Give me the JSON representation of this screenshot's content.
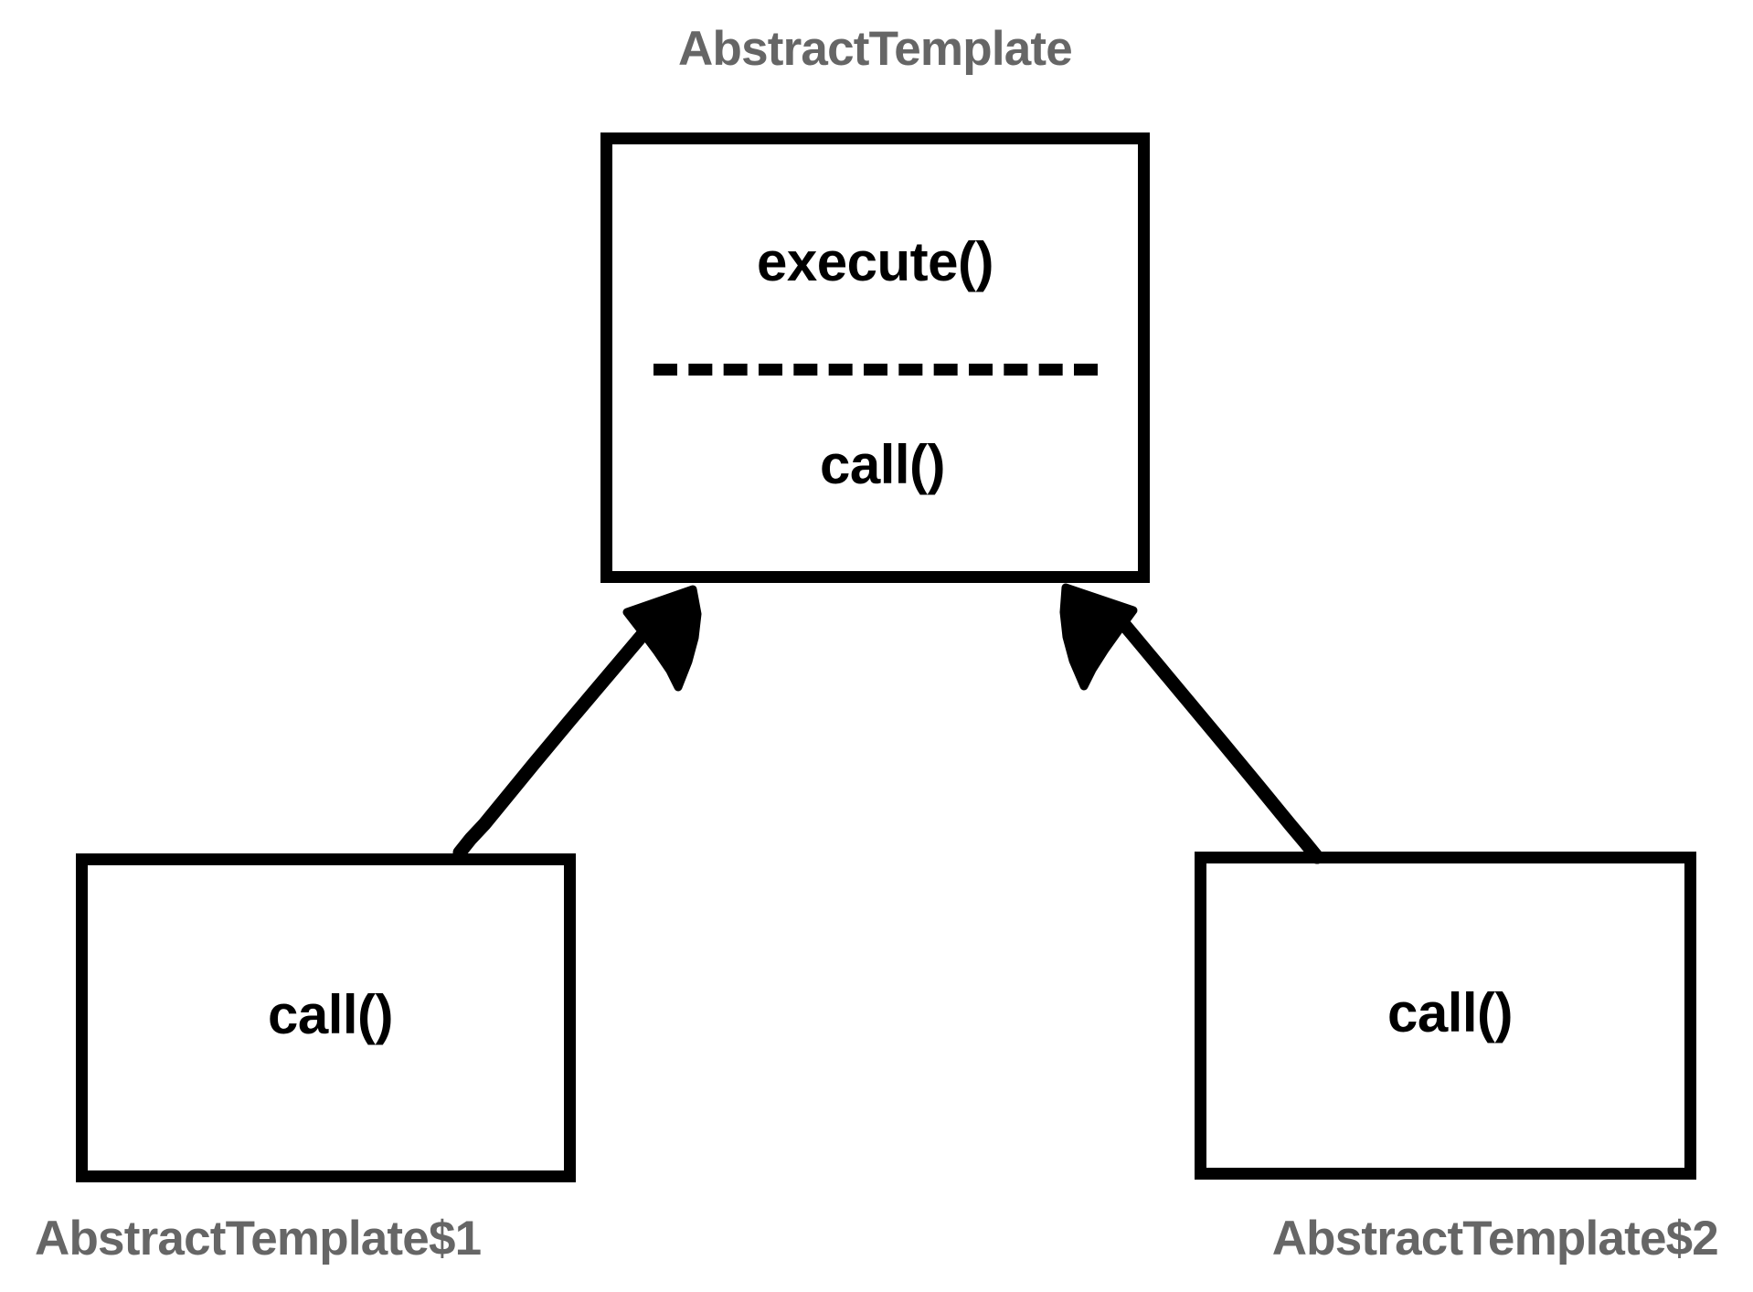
{
  "diagram": {
    "type": "uml-class-diagram",
    "background_color": "#ffffff",
    "stroke_color": "#000000",
    "label_color": "#666666",
    "classes": [
      {
        "id": "abstract-template",
        "name": "AbstractTemplate",
        "name_position": "above",
        "members": [
          "execute()",
          "call()"
        ],
        "has_separator": true,
        "separator_style": "dashed"
      },
      {
        "id": "abstract-template-1",
        "name": "AbstractTemplate$1",
        "name_position": "below-left",
        "members": [
          "call()"
        ],
        "has_separator": false,
        "separator_style": "none"
      },
      {
        "id": "abstract-template-2",
        "name": "AbstractTemplate$2",
        "name_position": "below-right",
        "members": [
          "call()"
        ],
        "has_separator": false,
        "separator_style": "none"
      }
    ],
    "relationships": [
      {
        "from": "abstract-template-1",
        "to": "abstract-template",
        "kind": "inheritance",
        "arrowhead": "filled-triangle"
      },
      {
        "from": "abstract-template-2",
        "to": "abstract-template",
        "kind": "inheritance",
        "arrowhead": "filled-triangle"
      }
    ]
  }
}
